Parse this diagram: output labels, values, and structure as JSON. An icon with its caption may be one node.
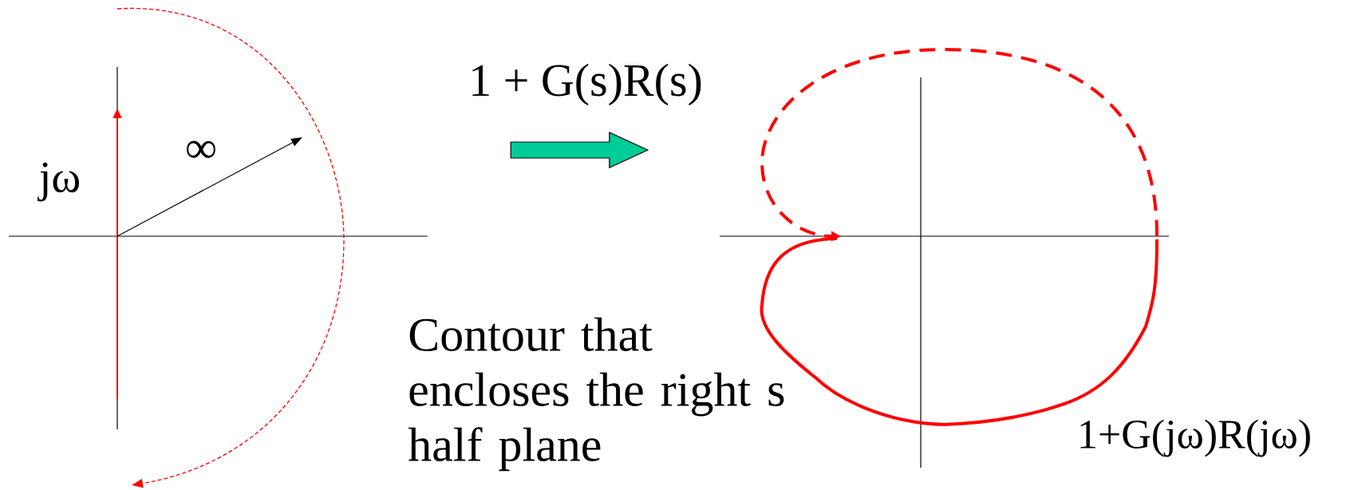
{
  "diagram": {
    "nodes": [
      {
        "text": [],
        "shape": "picture"
      },
      {
        "text": [],
        "shape": "picture"
      }
    ],
    "edges": [
      {
        "from": 0,
        "to": 1,
        "arrow": "to",
        "label": "1 + G(s)R(s)"
      }
    ],
    "labels": [
      "jω",
      "∞",
      "Contour that encloses the right s half plane",
      "1+G(jω)R(jω)"
    ]
  }
}
